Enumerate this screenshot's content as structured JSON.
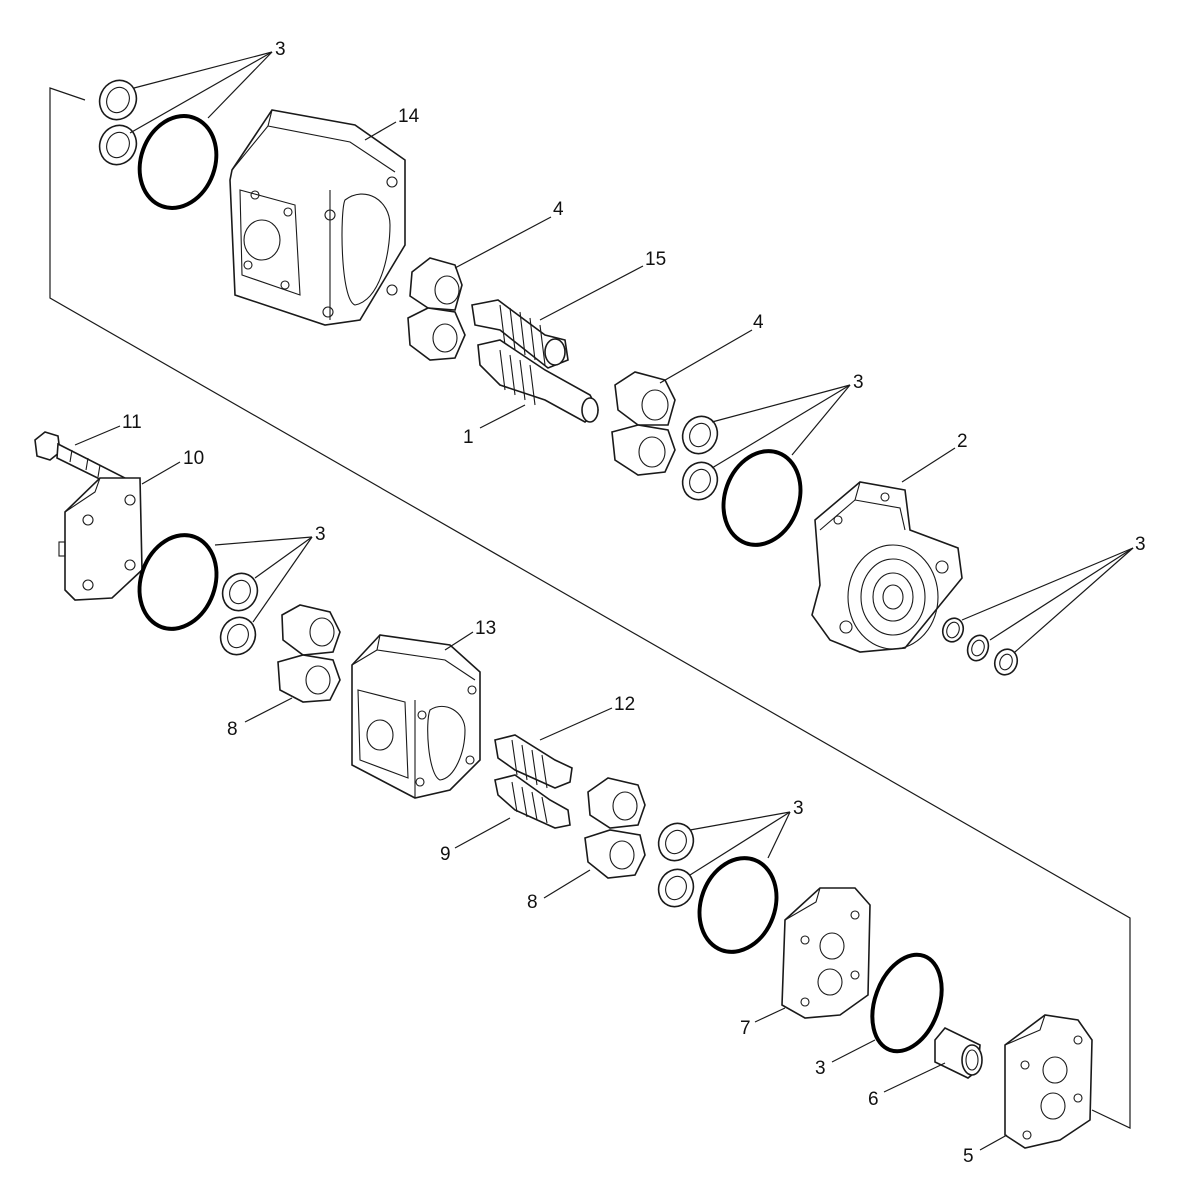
{
  "diagram": {
    "callouts": [
      {
        "id": "c3a",
        "text": "3"
      },
      {
        "id": "c14",
        "text": "14"
      },
      {
        "id": "c4a",
        "text": "4"
      },
      {
        "id": "c15",
        "text": "15"
      },
      {
        "id": "c4b",
        "text": "4"
      },
      {
        "id": "c3b",
        "text": "3"
      },
      {
        "id": "c1",
        "text": "1"
      },
      {
        "id": "c11",
        "text": "11"
      },
      {
        "id": "c10",
        "text": "10"
      },
      {
        "id": "c2",
        "text": "2"
      },
      {
        "id": "c3c",
        "text": "3"
      },
      {
        "id": "c3d",
        "text": "3"
      },
      {
        "id": "c13",
        "text": "13"
      },
      {
        "id": "c8a",
        "text": "8"
      },
      {
        "id": "c12",
        "text": "12"
      },
      {
        "id": "c9",
        "text": "9"
      },
      {
        "id": "c3e",
        "text": "3"
      },
      {
        "id": "c8b",
        "text": "8"
      },
      {
        "id": "c7",
        "text": "7"
      },
      {
        "id": "c3f",
        "text": "3"
      },
      {
        "id": "c6",
        "text": "6"
      },
      {
        "id": "c5",
        "text": "5"
      }
    ]
  }
}
